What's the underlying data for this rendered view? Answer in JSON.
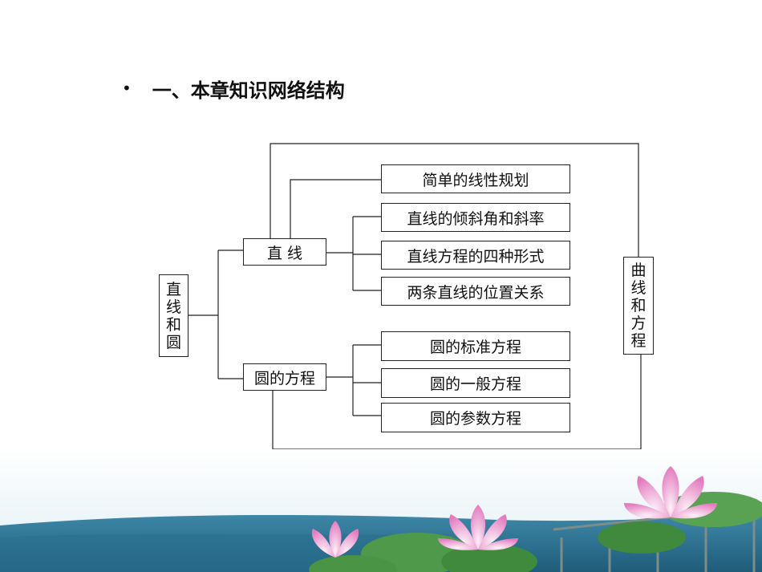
{
  "slide": {
    "bullet": "•",
    "heading": "一、本章知识网络结构"
  },
  "diagram": {
    "root": "直线和圆",
    "right": "曲线和方程",
    "branch_line": "直 线",
    "branch_circle": "圆的方程",
    "line_top": "简单的线性规划",
    "line_items": [
      "直线的倾斜角和斜率",
      "直线方程的四种形式",
      "两条直线的位置关系"
    ],
    "circle_items": [
      "圆的标准方程",
      "圆的一般方程",
      "圆的参数方程"
    ]
  },
  "colors": {
    "line": "#222222",
    "water": "#2d7090",
    "lotus": "#e58cc8",
    "leaf": "#4f9a4a"
  },
  "icons": {
    "scenery": "lotus-pond-scenery"
  }
}
